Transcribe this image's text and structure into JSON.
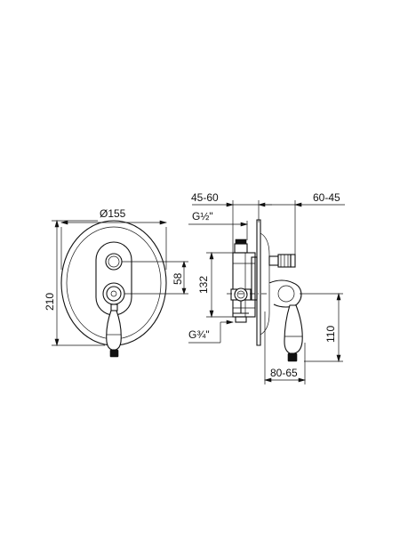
{
  "front_view": {
    "dim_diameter": "Ø155",
    "dim_height": "210",
    "dim_center_distance": "58"
  },
  "side_view": {
    "dim_left_depth": "45-60",
    "dim_right_depth": "60-45",
    "dim_inlet_thread": "G½\"",
    "dim_body_height": "132",
    "dim_outlet_thread": "G¾\"",
    "dim_handle_height": "110",
    "dim_projection": "80-65"
  }
}
